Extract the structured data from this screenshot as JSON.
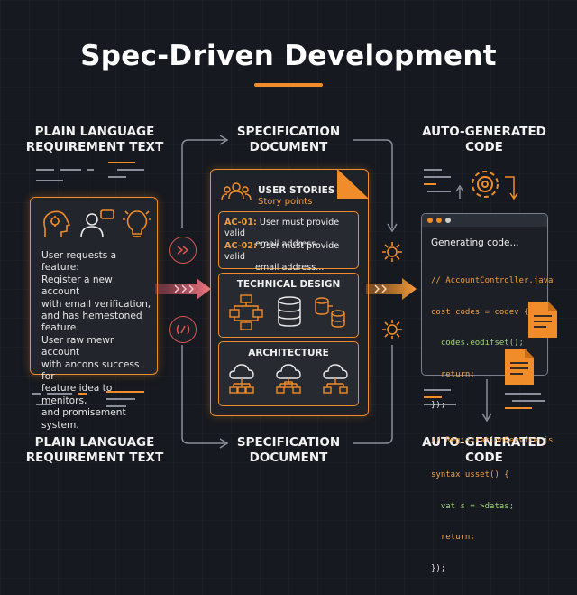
{
  "title": "Spec-Driven Development",
  "colors": {
    "accent": "#f08c2a",
    "background": "#16191f",
    "arrow_left": "#e8566a",
    "arrow_mid": "#f08c2a"
  },
  "columns": {
    "left": {
      "heading": [
        "PLAIN LANGUAGE",
        "REQUIREMENT TEXT"
      ],
      "footer": [
        "PLAIN LANGUAGE",
        "REQUIREMENT TEXT"
      ]
    },
    "middle": {
      "heading": [
        "SPECIFICATION",
        "DOCUMENT"
      ],
      "footer": [
        "SPECIFICATION",
        "DOCUMENT"
      ]
    },
    "right": {
      "heading": [
        "AUTO-GENERATED",
        "CODE"
      ],
      "footer": [
        "AUTO-GENERATED",
        "CODE"
      ]
    }
  },
  "requirement": {
    "icons": [
      "brain-head-icon",
      "person-chat-icon",
      "lightbulb-icon"
    ],
    "text": "User requests a feature:\nRegister a new account\nwith email verification,\nand has hemestoned\nfeature.\nUser raw mewr account\nwith ancons success for\nfeature idea to menitors,\nand promisement\nsystem."
  },
  "spec": {
    "user_stories": {
      "title": "USER STORIES",
      "subtitle": "Story points",
      "icon": "users-group-icon"
    },
    "acceptance": [
      {
        "id": "AC-01:",
        "text": "User must provide valid",
        "text2": "email address..."
      },
      {
        "id": "AC-02:",
        "text": "User must provide valid",
        "text2": "email address..."
      }
    ],
    "technical_design": {
      "title": "TECHNICAL DESIGN",
      "icons": [
        "flowchart-icon",
        "database-icon",
        "database-stack-icon"
      ]
    },
    "architecture": {
      "title": "ARCHITECTURE",
      "icons": [
        "cloud-network-icon",
        "cloud-network-icon",
        "cloud-network-icon"
      ]
    }
  },
  "code": {
    "header": "Generating code...",
    "lines": [
      {
        "t": "// AccountController.java",
        "c": "cm"
      },
      {
        "t": "cost codes = codev {",
        "c": "kw"
      },
      {
        "t": "  codes.eodifset();",
        "c": "gr"
      },
      {
        "t": "  return;",
        "c": "kw"
      },
      {
        "t": "});",
        "c": ""
      },
      {
        "t": "// RegistrationService.js",
        "c": "cm"
      },
      {
        "t": "syntax usset() {",
        "c": "kw"
      },
      {
        "t": "  vat s = >datas;",
        "c": "gr"
      },
      {
        "t": "  return;",
        "c": "kw"
      },
      {
        "t": "});",
        "c": ""
      }
    ],
    "window_dots": [
      "#f08c2a",
      "#f08c2a",
      "#cfcfcf"
    ]
  }
}
